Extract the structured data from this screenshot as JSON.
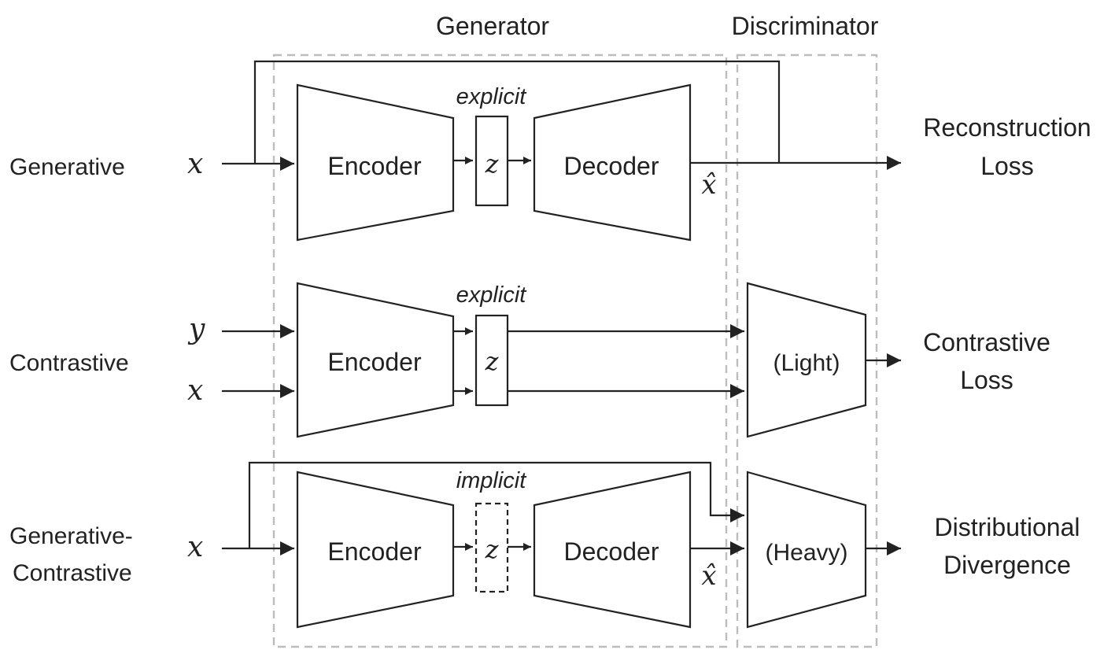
{
  "headers": {
    "generator": "Generator",
    "discriminator": "Discriminator"
  },
  "rows": {
    "generative": {
      "name": "Generative",
      "input_x": "x",
      "encoder": "Encoder",
      "latent_tag": "explicit",
      "latent": "z",
      "decoder": "Decoder",
      "output": "x̂",
      "loss_line1": "Reconstruction",
      "loss_line2": "Loss"
    },
    "contrastive": {
      "name": "Contrastive",
      "input_y": "y",
      "input_x": "x",
      "encoder": "Encoder",
      "latent_tag": "explicit",
      "latent": "z",
      "discriminator": "(Light)",
      "loss_line1": "Contrastive",
      "loss_line2": "Loss"
    },
    "generative_contrastive": {
      "name_line1": "Generative-",
      "name_line2": "Contrastive",
      "input_x": "x",
      "encoder": "Encoder",
      "latent_tag": "implicit",
      "latent": "z",
      "decoder": "Decoder",
      "output": "x̂",
      "discriminator": "(Heavy)",
      "loss_line1": "Distributional",
      "loss_line2": "Divergence"
    }
  },
  "colors": {
    "stroke": "#222222",
    "dashed_box": "#bdbdbd"
  }
}
